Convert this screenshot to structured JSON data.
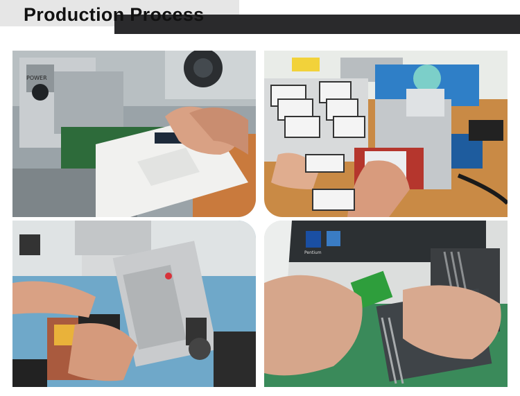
{
  "header": {
    "title": "Production Process"
  },
  "photos": [
    {
      "label": "POWER"
    },
    {
      "label": ""
    },
    {
      "label": ""
    },
    {
      "label": "Pentium"
    }
  ],
  "colors": {
    "header_dark": "#2a2a2c",
    "header_light": "#e6e6e6"
  }
}
